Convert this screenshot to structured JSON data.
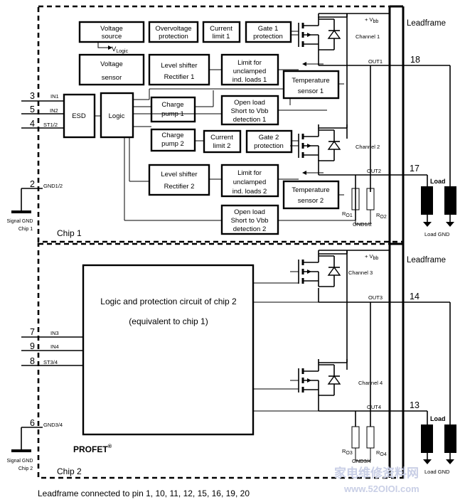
{
  "leadframe_label": "Leadframe",
  "vbb": "+ V",
  "vbb_sub": "bb",
  "chip1": {
    "label": "Chip 1",
    "voltage_source": [
      "Voltage",
      "source"
    ],
    "overvoltage": [
      "Overvoltage",
      "protection"
    ],
    "current_limit_1": [
      "Current",
      "limit 1"
    ],
    "gate1": [
      "Gate 1",
      "protection"
    ],
    "vlogic": "V",
    "vlogic_sub": "Logic",
    "voltage_sensor": [
      "Voltage",
      "sensor"
    ],
    "level_shifter_1": [
      "Level shifter",
      "Rectifier 1"
    ],
    "limit_unclamped_1": [
      "Limit for",
      "unclamped",
      "ind. loads 1"
    ],
    "temp_sensor_1": [
      "Temperature",
      "sensor 1"
    ],
    "esd": "ESD",
    "logic": "Logic",
    "charge_pump_1": [
      "Charge",
      "pump 1"
    ],
    "open_load_1": [
      "Open load",
      "Short to Vbb",
      "detection 1"
    ],
    "charge_pump_2": [
      "Charge",
      "pump 2"
    ],
    "current_limit_2": [
      "Current",
      "limit 2"
    ],
    "gate2": [
      "Gate 2",
      "protection"
    ],
    "level_shifter_2": [
      "Level shifter",
      "Rectifier 2"
    ],
    "limit_unclamped_2": [
      "Limit for",
      "unclamped",
      "ind. loads 2"
    ],
    "temp_sensor_2": [
      "Temperature",
      "sensor 2"
    ],
    "open_load_2": [
      "Open load",
      "Short to Vbb",
      "detection 2"
    ],
    "channel1": "Channel 1",
    "channel2": "Channel 2",
    "out1": "OUT1",
    "out2": "OUT2",
    "gnd12": "GND1/2",
    "ro1": "R",
    "ro1_sub": "O1",
    "ro2": "R",
    "ro2_sub": "O2",
    "signal_gnd": [
      "Signal GND",
      "Chip 1"
    ],
    "pins": [
      {
        "num": "3",
        "name": "IN1"
      },
      {
        "num": "5",
        "name": "IN2"
      },
      {
        "num": "4",
        "name": "ST1/2"
      },
      {
        "num": "2",
        "name": "GND1/2"
      },
      {
        "num": "18",
        "name": ""
      },
      {
        "num": "17",
        "name": ""
      }
    ]
  },
  "chip2": {
    "label": "Chip 2",
    "main_block": [
      "Logic and protection circuit of chip 2",
      "(equivalent to chip 1)"
    ],
    "profet": "PROFET",
    "profet_mark": "®",
    "channel3": "Channel 3",
    "channel4": "Channel 4",
    "out3": "OUT3",
    "out4": "OUT4",
    "gnd34": "GND3/4",
    "ro3": "R",
    "ro3_sub": "O3",
    "ro4": "R",
    "ro4_sub": "O4",
    "signal_gnd": [
      "Signal GND",
      "Chip 2"
    ],
    "pins": [
      {
        "num": "7",
        "name": "IN3"
      },
      {
        "num": "9",
        "name": "IN4"
      },
      {
        "num": "8",
        "name": "ST3/4"
      },
      {
        "num": "6",
        "name": "GND3/4"
      },
      {
        "num": "14",
        "name": ""
      },
      {
        "num": "13",
        "name": ""
      }
    ]
  },
  "load_label": "Load",
  "load_gnd": "Load GND",
  "footer": "Leadframe connected to pin 1, 10, 11, 12, 15, 16, 19, 20",
  "watermark_cn": "家电维修资料网",
  "watermark_url": "www.52OIOI.com"
}
